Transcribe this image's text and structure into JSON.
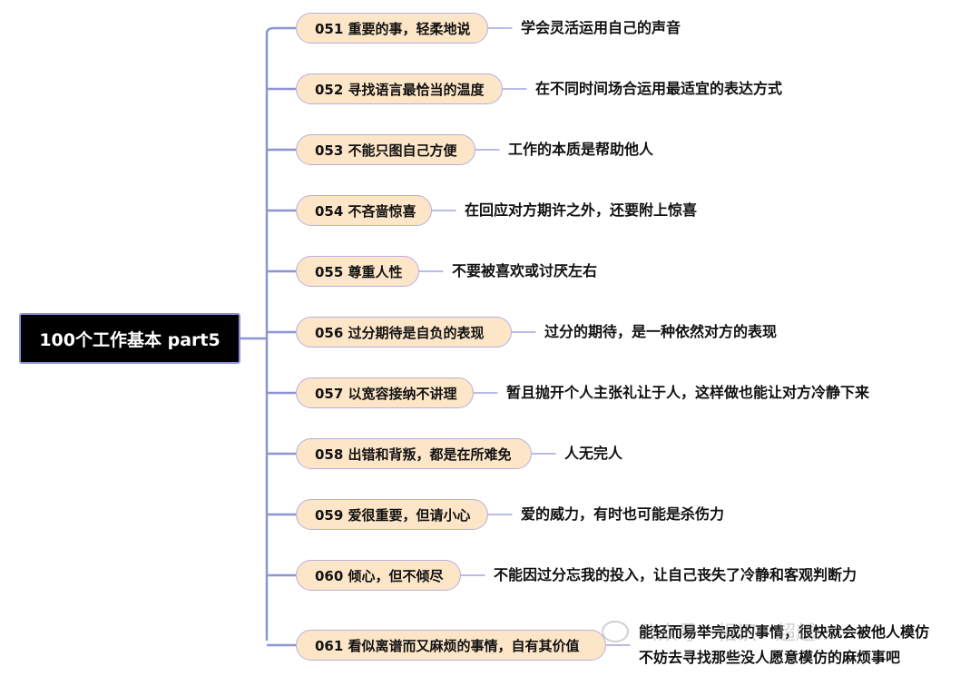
{
  "root_label": "100个工作基本 part5",
  "topics": [
    {
      "label": "051 重要的事，轻柔地说",
      "desc": [
        "学会灵活运用自己的声音"
      ]
    },
    {
      "label": "052 寻找语言最恰当的温度",
      "desc": [
        "在不同时间场合运用最适宜的表达方式"
      ]
    },
    {
      "label": "053 不能只图自己方便",
      "desc": [
        "工作的本质是帮助他人"
      ]
    },
    {
      "label": "054 不吝啬惊喜",
      "desc": [
        "在回应对方期许之外，还要附上惊喜"
      ]
    },
    {
      "label": "055 尊重人性",
      "desc": [
        "不要被喜欢或讨厌左右"
      ]
    },
    {
      "label": "056 过分期待是自负的表现",
      "desc": [
        "过分的期待，是一种依然对方的表现"
      ]
    },
    {
      "label": "057 以宽容接纳不讲理",
      "desc": [
        "暂且抛开个人主张礼让于人，这样做也能让对方冷静下来"
      ]
    },
    {
      "label": "058 出错和背叛，都是在所难免",
      "desc": [
        "人无完人"
      ]
    },
    {
      "label": "059 爱很重要，但请小心",
      "desc": [
        "爱的威力，有时也可能是杀伤力"
      ]
    },
    {
      "label": "060 倾心，但不倾尽",
      "desc": [
        "不能因过分忘我的投入，让自己丧失了冷静和客观判断力"
      ]
    },
    {
      "label": "061 看似离谱而又麻烦的事情，自有其价值",
      "desc": [
        "能轻而易举完成的事情，很快就会被他人模仿",
        "不妨去寻找那些没人愿意模仿的麻烦事吧"
      ]
    }
  ],
  "watermark": "公众号 · 相识 · 超越...",
  "colors": {
    "branch_line": "#8e93d6",
    "topic_fill": "#fde6c8",
    "topic_border": "#b7aee0",
    "root_fill": "#000000"
  }
}
